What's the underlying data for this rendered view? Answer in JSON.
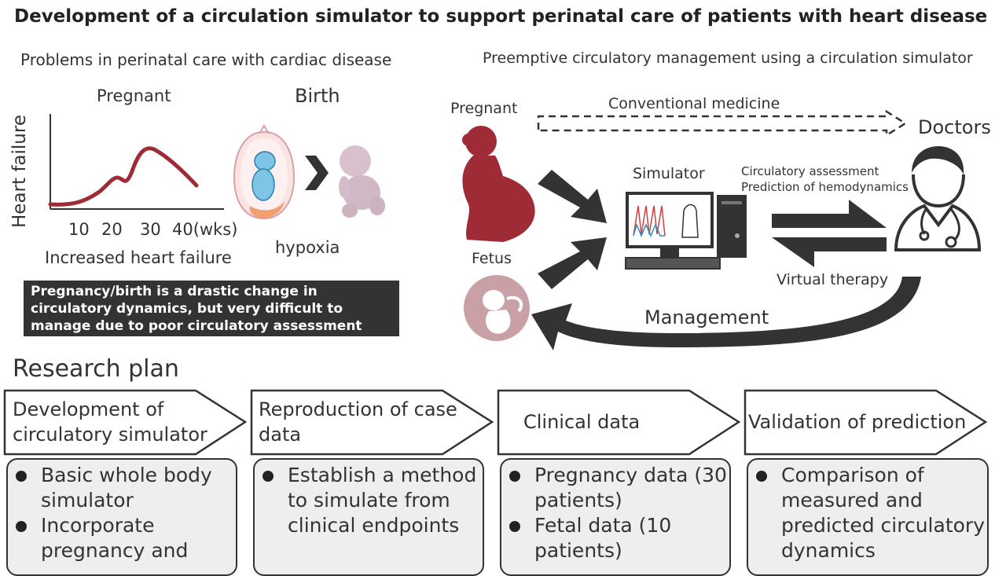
{
  "title": "Development of a circulation simulator to support perinatal care of patients with heart disease",
  "left_panel": {
    "heading": "Problems in perinatal care with cardiac disease",
    "pregnant_label": "Pregnant",
    "birth_label": "Birth",
    "y_axis_label": "Heart failure",
    "x_ticks": [
      "10",
      "20",
      "30",
      "40(wks)"
    ],
    "curve_caption": "Increased heart failure",
    "hypoxia_label": "hypoxia",
    "problem_text": "Pregnancy/birth is a drastic change in circulatory dynamics, but very difficult to manage due to poor circulatory assessment"
  },
  "right_panel": {
    "heading": "Preemptive circulatory management using a circulation simulator",
    "pregnant_label": "Pregnant",
    "fetus_label": "Fetus",
    "conventional_label": "Conventional medicine",
    "doctors_label": "Doctors",
    "simulator_label": "Simulator",
    "assessment_line1": "Circulatory assessment",
    "assessment_line2": "Prediction of hemodynamics",
    "virtual_therapy_label": "Virtual therapy",
    "management_label": "Management"
  },
  "research_plan": {
    "title": "Research plan",
    "steps": [
      {
        "label": "Development of circulatory simulator",
        "bullets": [
          "Basic whole body simulator",
          "Incorporate pregnancy and"
        ]
      },
      {
        "label": "Reproduction of case data",
        "bullets": [
          "Establish a method to simulate from clinical endpoints"
        ]
      },
      {
        "label": "Clinical data",
        "bullets": [
          "Pregnancy data (30 patients)",
          "Fetal data (10 patients)"
        ]
      },
      {
        "label": "Validation of prediction",
        "bullets": [
          "Comparison of measured and predicted circulatory dynamics"
        ]
      }
    ]
  },
  "colors": {
    "maroon": "#9e2b35",
    "dark": "#333333",
    "box_fill": "#eeeeee",
    "fetus_circle": "#c9a0a6",
    "womb_orange": "#f0a070"
  }
}
